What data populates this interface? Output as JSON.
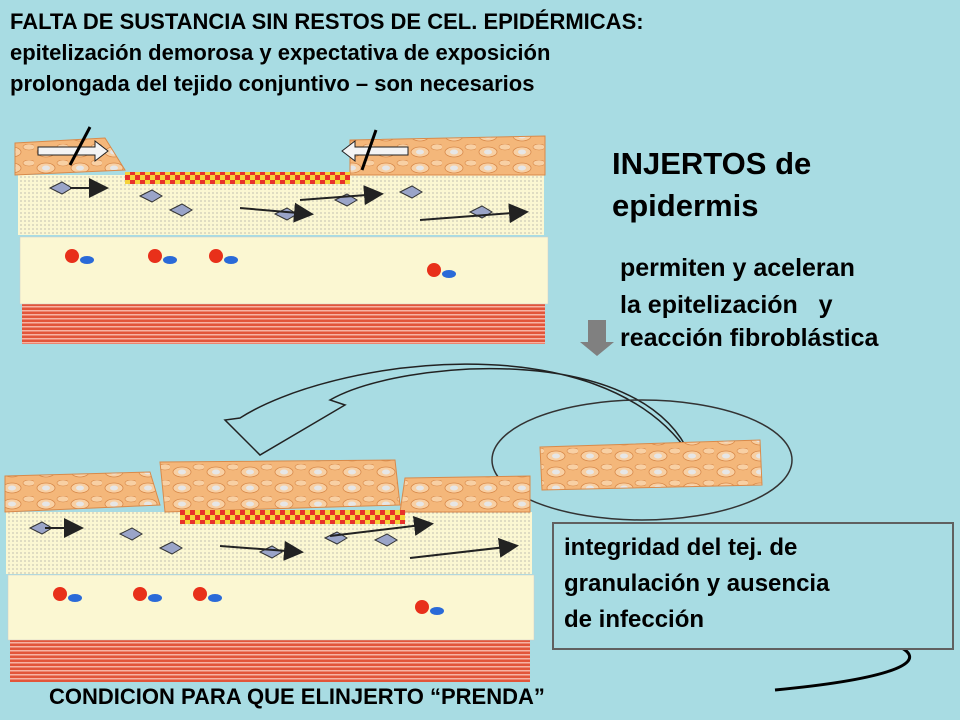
{
  "title": {
    "line1": "FALTA DE SUSTANCIA SIN RESTOS DE CEL. EPIDÉRMICAS:",
    "line2": "epitelización demorosa y expectativa de exposición",
    "line3": "prolongada del tejido conjuntivo – son necesarios"
  },
  "heading": {
    "line1": "INJERTOS de",
    "line2": "epidermis"
  },
  "desc": {
    "line1": "permiten y aceleran",
    "line2": "la epitelización   y",
    "line3": "reacción fibroblástica"
  },
  "condition_box": {
    "line1": "integridad del  tej. de",
    "line2": "granulación y ausencia",
    "line3": "de infección"
  },
  "footer": "CONDICION PARA QUE ELINJERTO “PRENDA”",
  "colors": {
    "background": "#a8dce3",
    "epidermis": "#f4b77a",
    "cell": "#e6e6e6",
    "dermis": "#fbf7d2",
    "muscle": "#e2553a",
    "wound_top": "#e8302a",
    "wound_check": "#f6d23a",
    "nucleus_red": "#e8301a",
    "nucleus_blue": "#2a6ad8"
  }
}
